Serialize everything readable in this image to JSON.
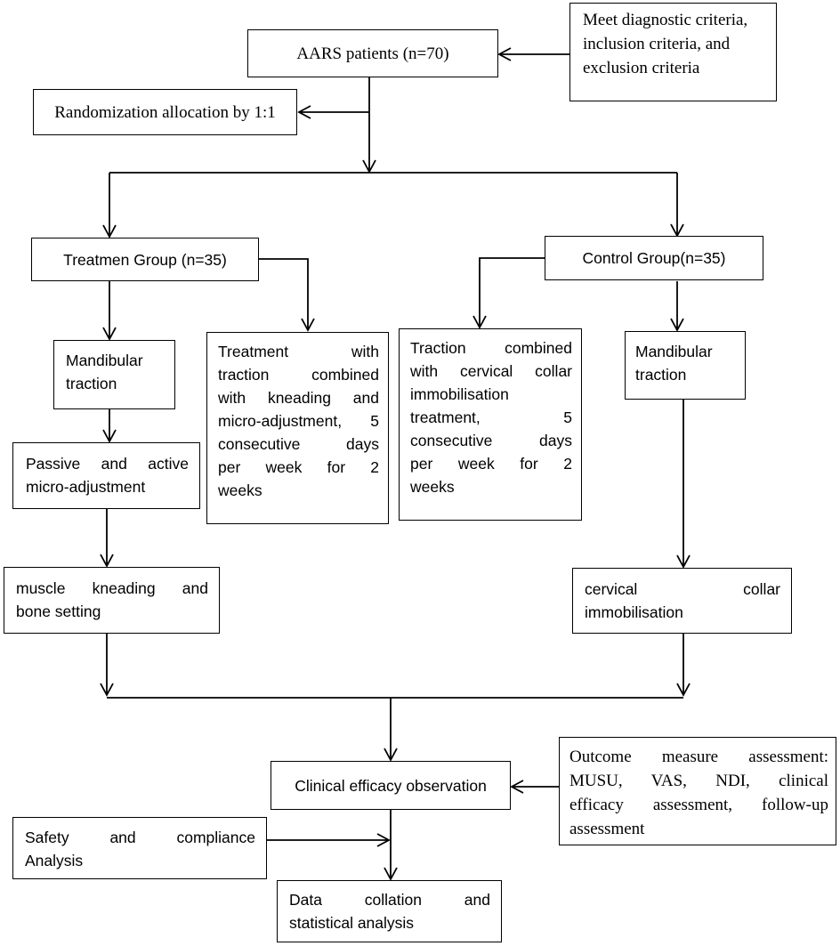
{
  "boxes": {
    "aars_patients": "AARS patients (n=70)",
    "criteria": {
      "line1": "Meet diagnostic criteria,",
      "line2": "inclusion criteria, and",
      "line3": "exclusion criteria"
    },
    "randomization": "Randomization allocation by 1:1",
    "treatment_group": "Treatmen Group (n=35)",
    "control_group": "Control Group(n=35)",
    "mandibular_traction_left": {
      "line1": "Mandibular",
      "line2": "traction"
    },
    "treatment_description": {
      "line1": "Treatment with",
      "line2": "traction combined",
      "line3": "with kneading and",
      "line4": "micro-adjustment, 5",
      "line5": "consecutive days",
      "line6": "per week for 2",
      "line7": "weeks"
    },
    "control_description": {
      "line1": "Traction combined",
      "line2": "with cervical collar",
      "line3": "immobilisation",
      "line4": "treatment, 5",
      "line5": "consecutive days",
      "line6": "per week for 2",
      "line7": "weeks"
    },
    "mandibular_traction_right": {
      "line1": "Mandibular",
      "line2": "traction"
    },
    "passive_active": {
      "line1": "Passive and active",
      "line2": "micro-adjustment"
    },
    "muscle_kneading": {
      "line1": "muscle kneading and",
      "line2": "bone setting"
    },
    "cervical_collar": {
      "line1": "cervical collar",
      "line2": "immobilisation"
    },
    "clinical_efficacy": "Clinical efficacy observation",
    "outcome_measure": {
      "line1": "Outcome measure assessment:",
      "line2": "MUSU, VAS, NDI, clinical",
      "line3": "efficacy assessment, follow-up",
      "line4": "assessment"
    },
    "safety_compliance": {
      "line1": "Safety and compliance",
      "line2": "Analysis"
    },
    "data_collation": {
      "line1": "Data collation and",
      "line2": "statistical analysis"
    }
  }
}
